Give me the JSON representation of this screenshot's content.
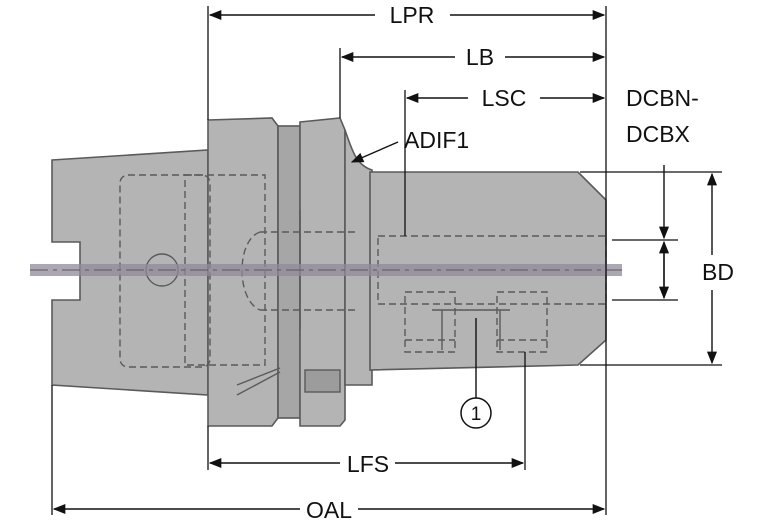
{
  "labels": {
    "lpr": "LPR",
    "lb": "LB",
    "lsc": "LSC",
    "dcbn": "DCBN-",
    "dcbx": "DCBX",
    "adif1": "ADIF1",
    "bd": "BD",
    "lfs": "LFS",
    "oal": "OAL",
    "callout_1": "1"
  },
  "colors": {
    "body_fill": "#b4b4b4",
    "body_outline": "#5a5a5a",
    "centerline": "#8f8a99",
    "dimension_line": "#111111"
  }
}
